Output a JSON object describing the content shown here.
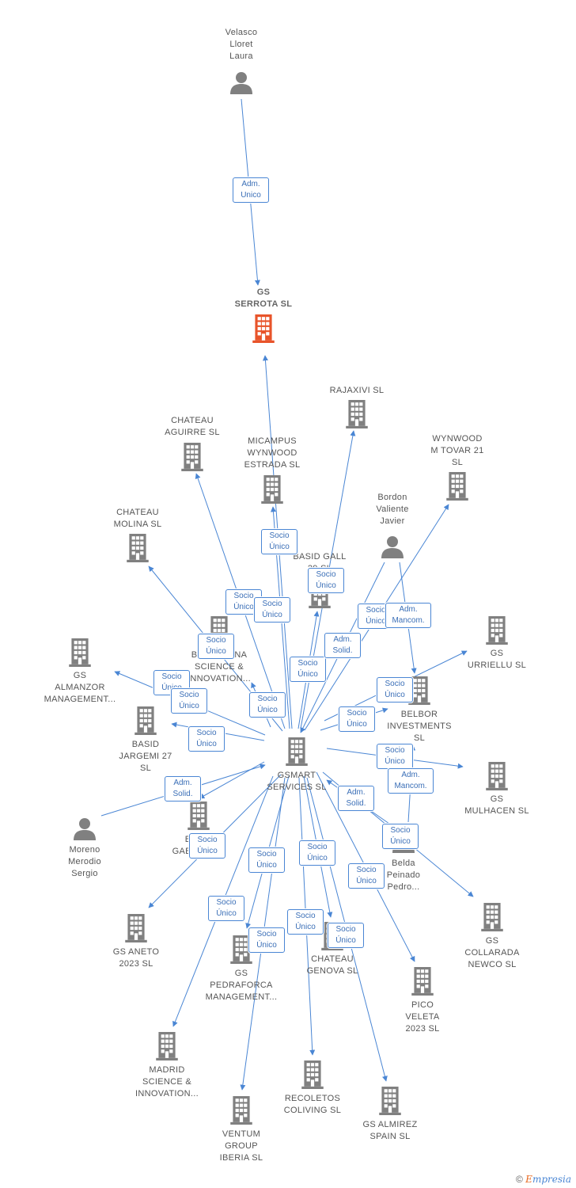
{
  "colors": {
    "edge": "#4a86d4",
    "node_gray": "#808080",
    "focus_orange": "#e8542a"
  },
  "nodes": [
    {
      "id": "velasco",
      "type": "person",
      "label": "Velasco\nLloret\nLaura"
    },
    {
      "id": "gs_serrota",
      "type": "company",
      "focus": true,
      "label": "GS\nSERROTA  SL"
    },
    {
      "id": "rajaxivi",
      "type": "company",
      "label": "RAJAXIVI  SL"
    },
    {
      "id": "chateau_aguirre",
      "type": "company",
      "label": "CHATEAU\nAGUIRRE  SL"
    },
    {
      "id": "micampus",
      "type": "company",
      "label": "MICAMPUS\nWYNWOOD\nESTRADA  SL"
    },
    {
      "id": "wynwood",
      "type": "company",
      "label": "WYNWOOD\nM TOVAR 21\nSL"
    },
    {
      "id": "chateau_molina",
      "type": "company",
      "label": "CHATEAU\nMOLINA  SL"
    },
    {
      "id": "bordon",
      "type": "person",
      "label": "Bordon\nValiente\nJavier"
    },
    {
      "id": "basid_gall",
      "type": "company",
      "label": "BASID GALL\n29  SL"
    },
    {
      "id": "gs_urriellu",
      "type": "company",
      "label": "GS\nURRIELLU  SL"
    },
    {
      "id": "barcelona_sci",
      "type": "company",
      "label": "BARCELONA\nSCIENCE &\nINNOVATION..."
    },
    {
      "id": "gs_almanzor",
      "type": "company",
      "label": "GS\nALMANZOR\nMANAGEMENT..."
    },
    {
      "id": "belbor",
      "type": "company",
      "label": "BELBOR\nINVESTMENTS\nSL"
    },
    {
      "id": "basid_jargemi",
      "type": "company",
      "label": "BASID\nJARGEMI 27\nSL"
    },
    {
      "id": "gsmart",
      "type": "company",
      "label": "GSMART\nSERVICES  SL"
    },
    {
      "id": "gs_mulhacen",
      "type": "company",
      "label": "GS\nMULHACEN  SL"
    },
    {
      "id": "basid_gabriel",
      "type": "company",
      "label": "BASID\nGABRIEL  SL"
    },
    {
      "id": "moreno",
      "type": "person",
      "label": "Moreno\nMerodio\nSergio"
    },
    {
      "id": "belda",
      "type": "person",
      "label": "Belda\nPeinado\nPedro..."
    },
    {
      "id": "gs_aneto",
      "type": "company",
      "label": "GS ANETO\n2023  SL"
    },
    {
      "id": "gs_collarada",
      "type": "company",
      "label": "GS\nCOLLARADA\nNEWCO  SL"
    },
    {
      "id": "gs_pedraforca",
      "type": "company",
      "label": "GS\nPEDRAFORCA\nMANAGEMENT..."
    },
    {
      "id": "chateau_genova",
      "type": "company",
      "label": "CHATEAU\nGENOVA  SL"
    },
    {
      "id": "pico_veleta",
      "type": "company",
      "label": "PICO\nVELETA\n2023  SL"
    },
    {
      "id": "madrid_sci",
      "type": "company",
      "label": "MADRID\nSCIENCE &\nINNOVATION..."
    },
    {
      "id": "recoletos",
      "type": "company",
      "label": "RECOLETOS\nCOLIVING  SL"
    },
    {
      "id": "gs_almirez",
      "type": "company",
      "label": "GS ALMIREZ\nSPAIN  SL"
    },
    {
      "id": "ventum",
      "type": "company",
      "label": "VENTUM\nGROUP\nIBERIA  SL"
    }
  ],
  "edges": [
    {
      "from": "velasco",
      "to": "gs_serrota",
      "label": "Adm.\nUnico"
    },
    {
      "from": "gsmart",
      "to": "gs_serrota",
      "label": "Socio\nÚnico"
    },
    {
      "from": "gsmart",
      "to": "rajaxivi",
      "label": "Socio\nÚnico"
    },
    {
      "from": "gsmart",
      "to": "chateau_aguirre",
      "label": "Socio\nÚnico"
    },
    {
      "from": "gsmart",
      "to": "micampus",
      "label": "Socio\nÚnico"
    },
    {
      "from": "gsmart",
      "to": "wynwood",
      "label": "Socio\nÚnico"
    },
    {
      "from": "gsmart",
      "to": "chateau_molina",
      "label": "Socio\nÚnico"
    },
    {
      "from": "gsmart",
      "to": "basid_gall",
      "label": "Socio\nÚnico"
    },
    {
      "from": "gsmart",
      "to": "gs_urriellu",
      "label": "Socio\nÚnico"
    },
    {
      "from": "gsmart",
      "to": "barcelona_sci",
      "label": "Socio\nÚnico"
    },
    {
      "from": "gsmart",
      "to": "gs_almanzor",
      "label": "Socio\nÚnico"
    },
    {
      "from": "gsmart",
      "to": "basid_jargemi",
      "label": "Socio\nÚnico"
    },
    {
      "from": "gsmart",
      "to": "gs_mulhacen",
      "label": "Socio\nÚnico"
    },
    {
      "from": "gsmart",
      "to": "basid_gabriel",
      "label": "Socio\nÚnico"
    },
    {
      "from": "gsmart",
      "to": "gs_aneto",
      "label": "Socio\nÚnico"
    },
    {
      "from": "gsmart",
      "to": "gs_collarada",
      "label": "Socio\nÚnico"
    },
    {
      "from": "gsmart",
      "to": "gs_pedraforca",
      "label": "Socio\nÚnico"
    },
    {
      "from": "gsmart",
      "to": "chateau_genova",
      "label": "Socio\nÚnico"
    },
    {
      "from": "gsmart",
      "to": "pico_veleta",
      "label": "Socio\nÚnico"
    },
    {
      "from": "gsmart",
      "to": "madrid_sci",
      "label": "Socio\nÚnico"
    },
    {
      "from": "gsmart",
      "to": "recoletos",
      "label": "Socio\nÚnico"
    },
    {
      "from": "gsmart",
      "to": "gs_almirez",
      "label": "Socio\nÚnico"
    },
    {
      "from": "gsmart",
      "to": "ventum",
      "label": "Socio\nÚnico"
    },
    {
      "from": "bordon",
      "to": "gsmart",
      "label": "Adm.\nSolid."
    },
    {
      "from": "bordon",
      "to": "belbor",
      "label": "Adm.\nMancom."
    },
    {
      "from": "moreno",
      "to": "gsmart",
      "label": "Adm.\nSolid."
    },
    {
      "from": "belda",
      "to": "gsmart",
      "label": "Adm.\nSolid."
    },
    {
      "from": "belda",
      "to": "belbor",
      "label": "Adm.\nMancom."
    },
    {
      "from": "gsmart",
      "to": "belbor",
      "label": "Socio\nÚnico"
    }
  ],
  "footer": {
    "copyright": "©",
    "brand_e": "E",
    "brand_rest": "mpresia"
  }
}
